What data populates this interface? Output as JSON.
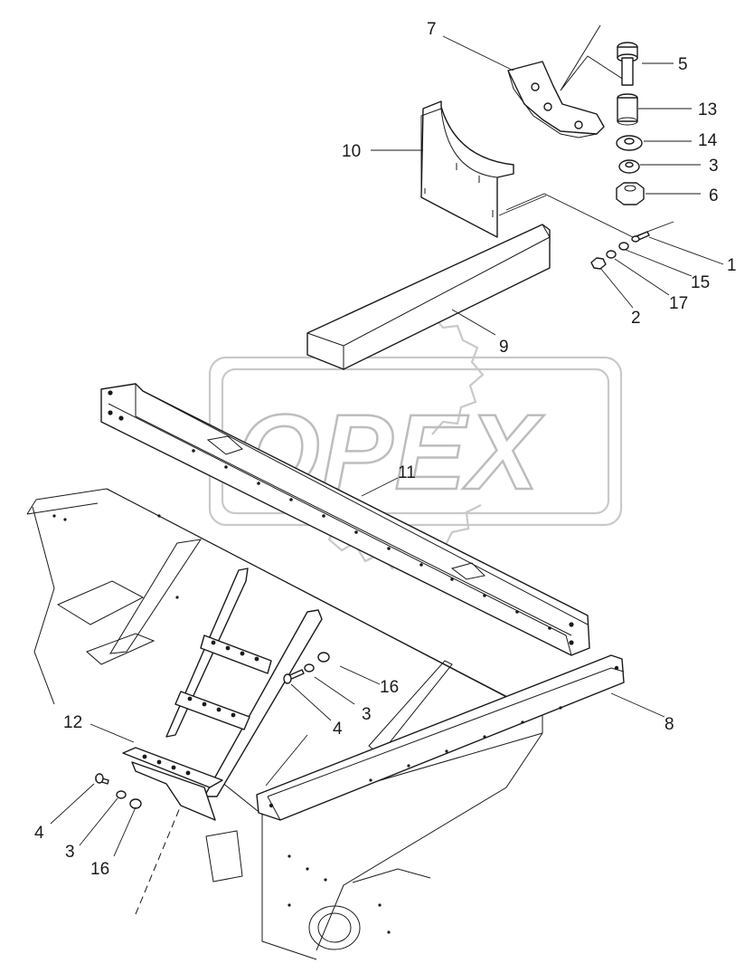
{
  "watermark": {
    "text": "OPEX",
    "color": "#c0c0c0"
  },
  "callouts": [
    {
      "id": "c7a",
      "text": "7"
    },
    {
      "id": "c5",
      "text": "5"
    },
    {
      "id": "c13",
      "text": "13"
    },
    {
      "id": "c14",
      "text": "14"
    },
    {
      "id": "c3a",
      "text": "3"
    },
    {
      "id": "c6",
      "text": "6"
    },
    {
      "id": "c10",
      "text": "10"
    },
    {
      "id": "c1",
      "text": "1"
    },
    {
      "id": "c15",
      "text": "15"
    },
    {
      "id": "c17",
      "text": "17"
    },
    {
      "id": "c2",
      "text": "2"
    },
    {
      "id": "c9",
      "text": "9"
    },
    {
      "id": "c11",
      "text": "11"
    },
    {
      "id": "c16a",
      "text": "16"
    },
    {
      "id": "c3b",
      "text": "3"
    },
    {
      "id": "c4a",
      "text": "4"
    },
    {
      "id": "c8",
      "text": "8"
    },
    {
      "id": "c12",
      "text": "12"
    },
    {
      "id": "c4b",
      "text": "4"
    },
    {
      "id": "c3c",
      "text": "3"
    },
    {
      "id": "c16b",
      "text": "16"
    }
  ]
}
